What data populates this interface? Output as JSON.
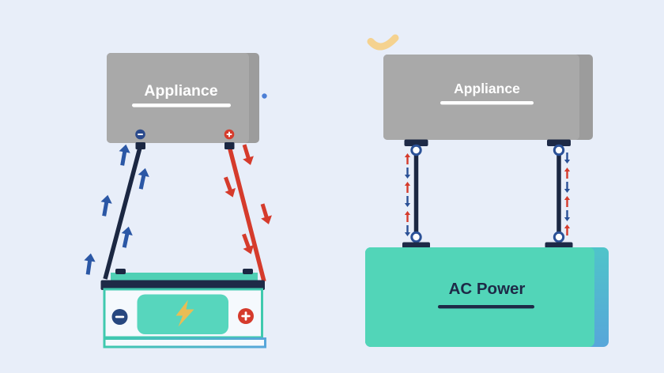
{
  "left_diagram": {
    "appliance_label": "Appliance",
    "negative_symbol": "minus",
    "positive_symbol": "plus",
    "flow_up_arrows": 5,
    "flow_down_arrows": 4
  },
  "right_diagram": {
    "appliance_label": "Appliance",
    "power_label": "AC Power",
    "alternating_arrows_per_wire": 6
  },
  "icons": {
    "left_appliance_negative_terminal": "minus-icon",
    "left_appliance_positive_terminal": "plus-icon",
    "battery_negative_terminal": "minus-icon",
    "battery_positive_terminal": "plus-icon",
    "battery_energy": "lightning-bolt-icon",
    "dc_negative_flow": "up-arrow-icon",
    "dc_positive_flow": "down-arrow-icon",
    "ac_flow": "alternating-up-down-arrows-icon",
    "decoration_top": "crescent-icon",
    "decoration_side": "dot-icon"
  },
  "colors": {
    "background": "#e8eef9",
    "appliance-gray": "#a9a9a9",
    "appliance-gray-dark": "#9c9c9c",
    "navy": "#1e2a47",
    "wire-navy": "#1b2742",
    "arrow-blue": "#2b57a5",
    "ring-blue": "#2b5197",
    "badge-blue": "#2b4a8c",
    "battery-minus-blue": "#27477f",
    "red": "#d53b2c",
    "teal": "#52d5b8",
    "teal-dark": "#3fc9ae",
    "teal-lip": "#4fd0b5",
    "teal-panel": "#57d6bd",
    "battery-body": "#f5f9fd",
    "yellow": "#e9bd55",
    "crescent": "#f5d28f",
    "dot-blue": "#4c7fd6",
    "side-blue": "#57a6da",
    "side-teal-blue": "#4fc4c9",
    "white": "#ffffff"
  }
}
